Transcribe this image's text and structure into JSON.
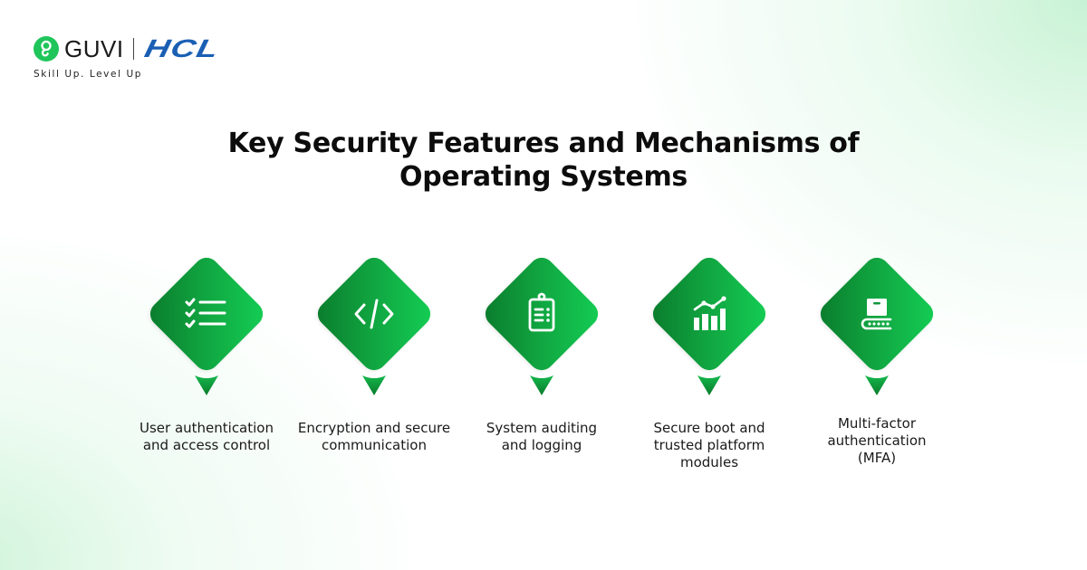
{
  "brand": {
    "name": "GUVI",
    "partner": "HCL",
    "tagline": "Skill Up. Level Up",
    "colors": {
      "guvi_green": "#1fc55a",
      "hcl_blue": "#1a5fb4"
    }
  },
  "title": {
    "line1": "Key Security Features and Mechanisms of",
    "line2": "Operating Systems"
  },
  "theme": {
    "diamond_gradient_dark": "#0a7a2c",
    "diamond_gradient_light": "#14cf55",
    "background_tint": "#d6f7e0"
  },
  "features": [
    {
      "icon": "checklist-icon",
      "label_lines": [
        "User authentication",
        "and access control"
      ]
    },
    {
      "icon": "code-icon",
      "label_lines": [
        "Encryption and secure",
        "communication"
      ]
    },
    {
      "icon": "clipboard-icon",
      "label_lines": [
        "System auditing",
        "and logging"
      ]
    },
    {
      "icon": "bar-chart-trend-icon",
      "label_lines": [
        "Secure boot and",
        "trusted platform",
        "modules"
      ]
    },
    {
      "icon": "conveyor-box-icon",
      "label_lines": [
        "Multi-factor",
        "authentication",
        "(MFA)"
      ]
    }
  ]
}
